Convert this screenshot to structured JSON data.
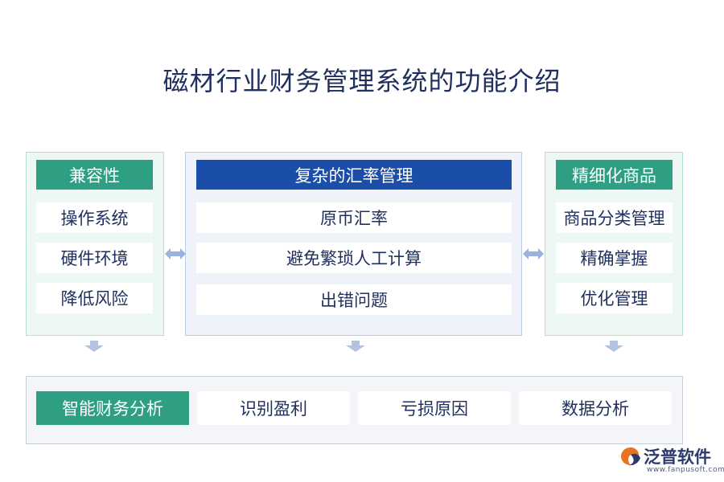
{
  "title": "磁材行业财务管理系统的功能介绍",
  "left": {
    "header": "兼容性",
    "items": [
      "操作系统",
      "硬件环境",
      "降低风险"
    ]
  },
  "middle": {
    "header": "复杂的汇率管理",
    "items": [
      "原币汇率",
      "避免繁琐人工计算",
      "出错问题"
    ]
  },
  "right": {
    "header": "精细化商品",
    "items": [
      "商品分类管理",
      "精确掌握",
      "优化管理"
    ]
  },
  "bottom": {
    "header": "智能财务分析",
    "items": [
      "识别盈利",
      "亏损原因",
      "数据分析"
    ]
  },
  "logo": {
    "name": "泛普软件",
    "url": "www.fanpusoft.com"
  },
  "colors": {
    "title": "#1f2f5e",
    "green_header": "#2e9f83",
    "blue_header": "#1a4ea8",
    "arrow": "#9bb3dc"
  }
}
